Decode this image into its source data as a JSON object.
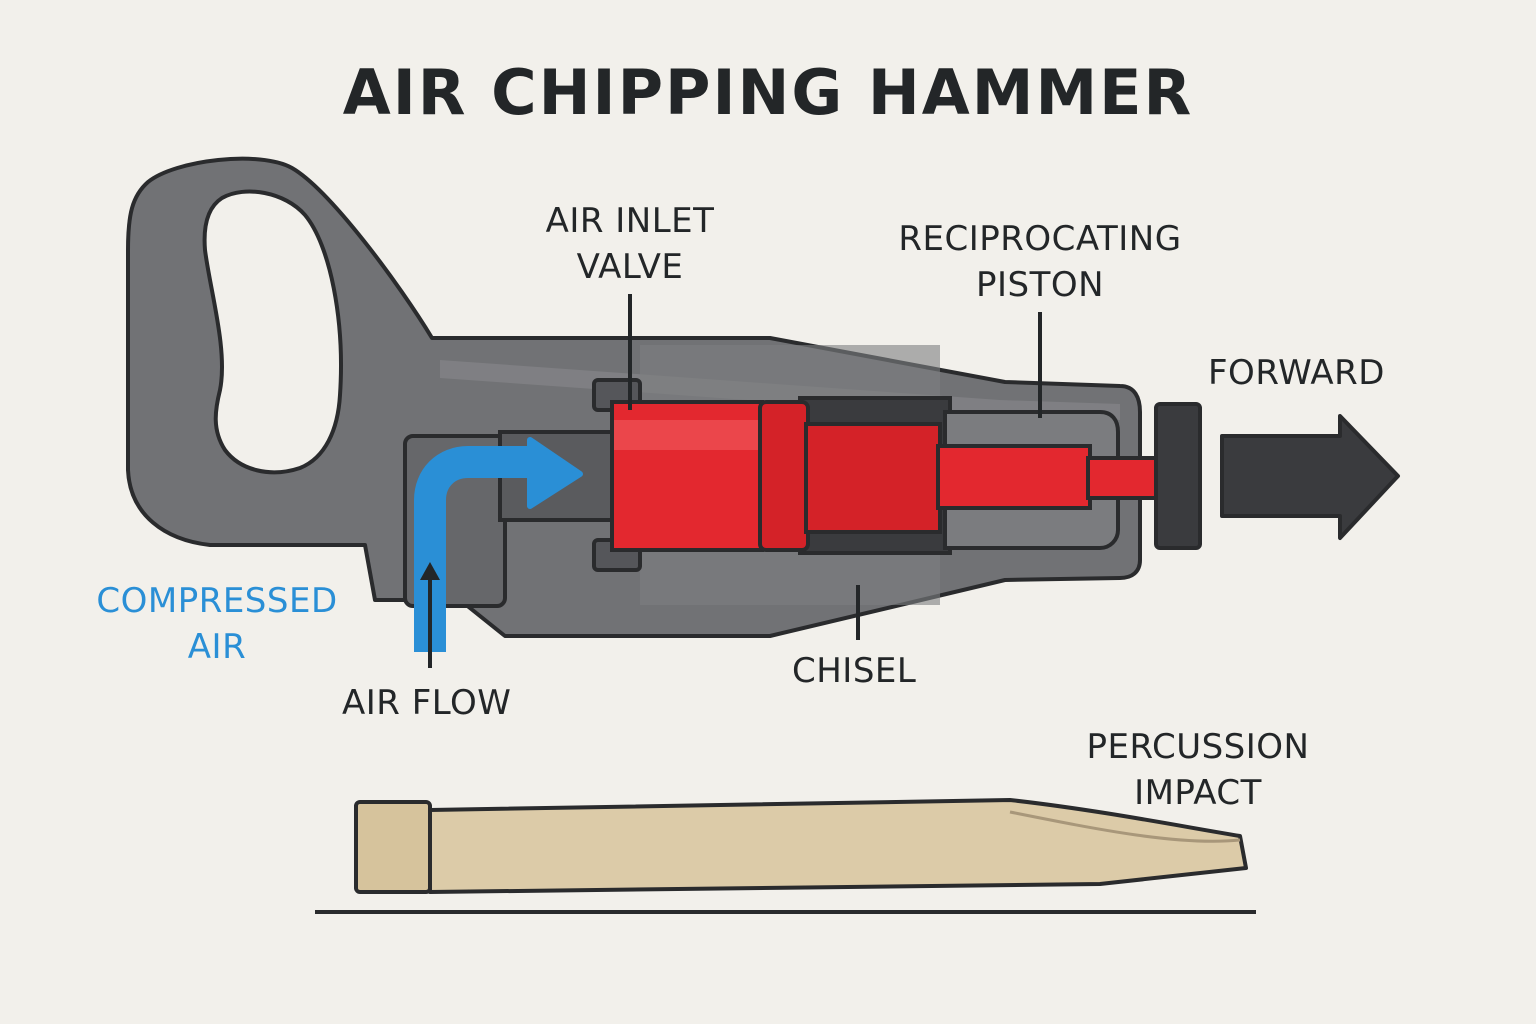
{
  "title": "AIR CHIPPING HAMMER",
  "labels": {
    "air_inlet_valve": [
      "AIR INLET",
      "VALVE"
    ],
    "reciprocating_piston": [
      "RECIPROCATING",
      "PISTON"
    ],
    "forward": "FORWARD",
    "compressed_air": [
      "COMPRESSED",
      "AIR"
    ],
    "air_flow": "AIR FLOW",
    "chisel": "CHISEL",
    "percussion_impact": [
      "PERCUSSION",
      "IMPACT"
    ]
  },
  "colors": {
    "body": "#6f7073",
    "body_dark": "#4a4b4e",
    "piston_red": "#e3282f",
    "air_blue": "#2a8fd6",
    "chisel_tan": "#dccba8",
    "outline": "#2a2b2d",
    "label_blue": "#2a8fd6"
  }
}
